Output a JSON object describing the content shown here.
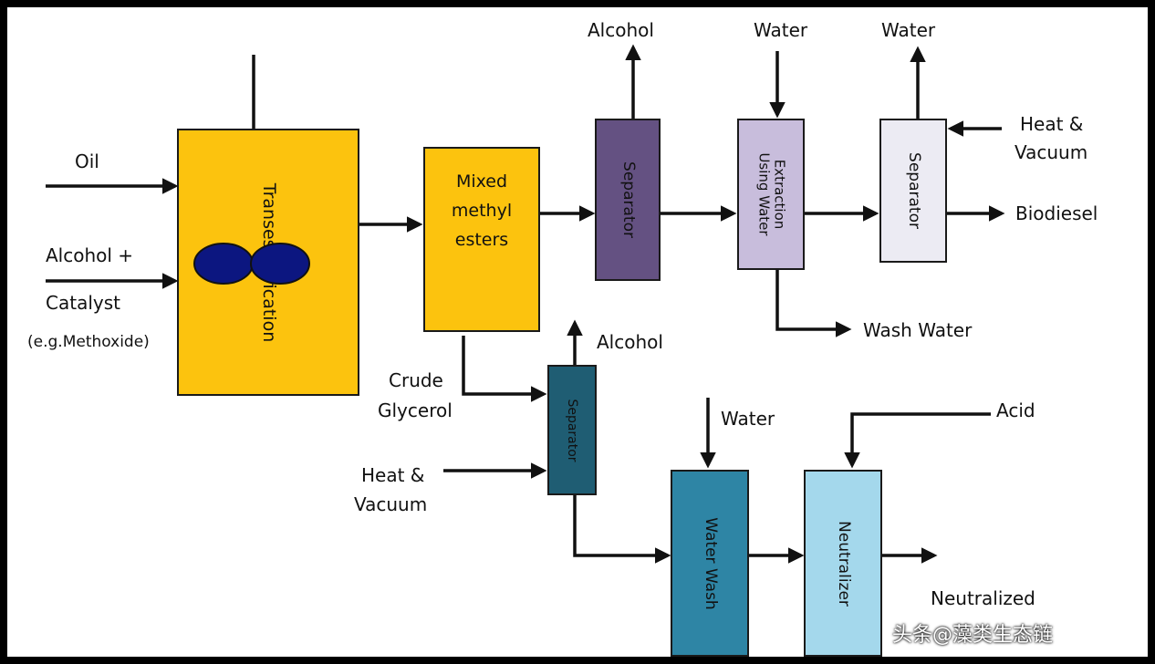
{
  "colors": {
    "reactor": "#fcc30e",
    "mixed_esters": "#fcc30e",
    "separator1": "#645182",
    "extraction": "#c8bddc",
    "separator2": "#ecebf3",
    "separator3": "#1f5d73",
    "water_wash": "#2e85a5",
    "neutralizer": "#a4d8ec",
    "impeller": "#0c1680",
    "line": "#111111"
  },
  "inputs": {
    "oil": "Oil",
    "alcohol_catalyst_1": "Alcohol +",
    "alcohol_catalyst_2": "Catalyst",
    "example": "(e.g.Methoxide)"
  },
  "units": {
    "reactor": "Transesterification",
    "mixed_1": "Mixed",
    "mixed_2": "methyl",
    "mixed_3": "esters",
    "separator": "Separator",
    "extraction_1": "Extraction",
    "extraction_2": "Using Water",
    "water_wash": "Water Wash",
    "neutralizer": "Neutralizer"
  },
  "streams": {
    "alcohol": "Alcohol",
    "water": "Water",
    "heat_1": "Heat &",
    "heat_2": "Vacuum",
    "biodiesel": "Biodiesel",
    "wash_water": "Wash Water",
    "crude_1": "Crude",
    "crude_2": "Glycerol",
    "acid": "Acid",
    "neutralized": "Neutralized"
  },
  "watermark": "头条@藻类生态链"
}
